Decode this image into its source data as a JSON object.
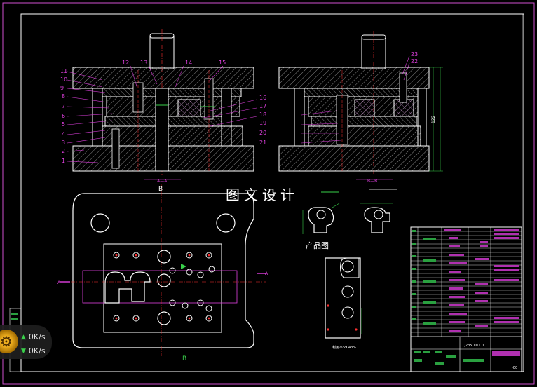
{
  "drawing": {
    "watermark": "图文设计",
    "product_caption": "产品图",
    "section_mark_a": "A—A",
    "section_mark_b": "B—B",
    "label_b_top": "B",
    "label_b_bottom": "B",
    "arrow_a_left": "A",
    "arrow_a_right": "A",
    "strip_note": "利用率59.43%",
    "material_spec": "Q235  T=1.0",
    "sheet_no": "-00",
    "callouts_left": [
      "11",
      "10",
      "9",
      "8",
      "7",
      "6",
      "5",
      "4",
      "3",
      "2",
      "1"
    ],
    "callouts_top": [
      "12",
      "13",
      "14",
      "15"
    ],
    "callouts_right": [
      "16",
      "17",
      "18",
      "19",
      "20",
      "21"
    ],
    "callouts_view2": [
      "23",
      "22"
    ],
    "colors": {
      "outline": "#ffffff",
      "hatch": "#9a9a9a",
      "annot": "#e040e0",
      "center": "#ff3030",
      "dim": "#39d04a",
      "bg": "#000000"
    }
  },
  "net_overlay": {
    "upload": "0K/s",
    "download": "0K/s",
    "icon": "gear-icon"
  }
}
